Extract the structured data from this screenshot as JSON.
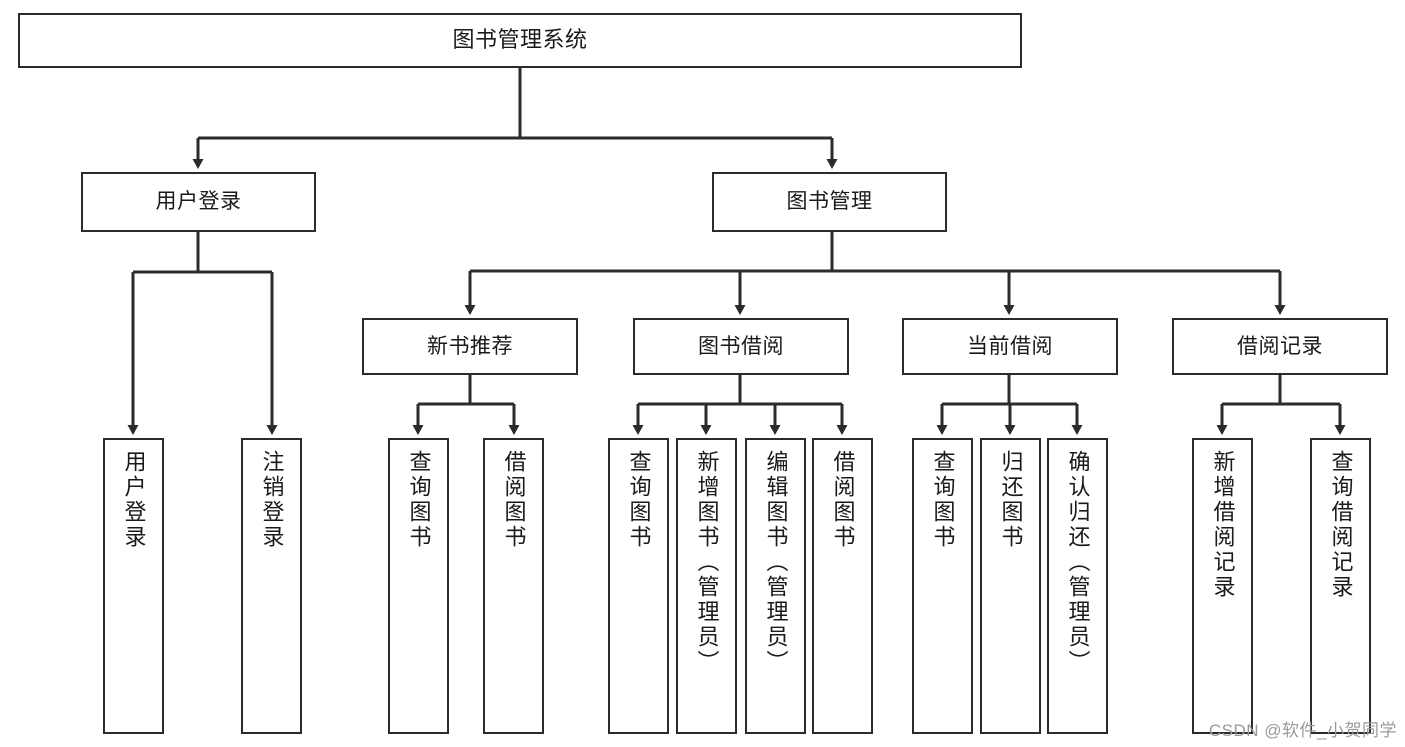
{
  "diagram": {
    "title": "图书管理系统",
    "type": "tree-hierarchy",
    "watermark": "CSDN @软件_小贺同学",
    "colors": {
      "box_border": "#2b2b2b",
      "box_fill": "#ffffff",
      "edge": "#2b2b2b",
      "text": "#1a1a1a",
      "watermark": "#9a9a9a"
    },
    "nodes": {
      "root": {
        "label": "图书管理系统"
      },
      "level1": [
        {
          "id": "user-login",
          "label": "用户登录"
        },
        {
          "id": "book-manage",
          "label": "图书管理"
        }
      ],
      "level2": [
        {
          "id": "new-book-recommend",
          "label": "新书推荐"
        },
        {
          "id": "book-borrow",
          "label": "图书借阅"
        },
        {
          "id": "current-borrow",
          "label": "当前借阅"
        },
        {
          "id": "borrow-record",
          "label": "借阅记录"
        }
      ],
      "leaves": {
        "user_login": [
          {
            "id": "leaf-user-login",
            "label": "用户登录"
          },
          {
            "id": "leaf-logout-login",
            "label": "注销登录"
          }
        ],
        "new_book_recommend": [
          {
            "id": "leaf-query-book-1",
            "label": "查询图书"
          },
          {
            "id": "leaf-borrow-book-1",
            "label": "借阅图书"
          }
        ],
        "book_borrow": [
          {
            "id": "leaf-query-book-2",
            "label": "查询图书"
          },
          {
            "id": "leaf-add-book",
            "label": "新增图书（管理员）"
          },
          {
            "id": "leaf-edit-book",
            "label": "编辑图书（管理员）"
          },
          {
            "id": "leaf-borrow-book-2",
            "label": "借阅图书"
          }
        ],
        "current_borrow": [
          {
            "id": "leaf-query-book-3",
            "label": "查询图书"
          },
          {
            "id": "leaf-return-book",
            "label": "归还图书"
          },
          {
            "id": "leaf-confirm-return",
            "label": "确认归还（管理员）"
          }
        ],
        "borrow_record": [
          {
            "id": "leaf-add-record",
            "label": "新增借阅记录"
          },
          {
            "id": "leaf-query-record",
            "label": "查询借阅记录"
          }
        ]
      }
    }
  }
}
